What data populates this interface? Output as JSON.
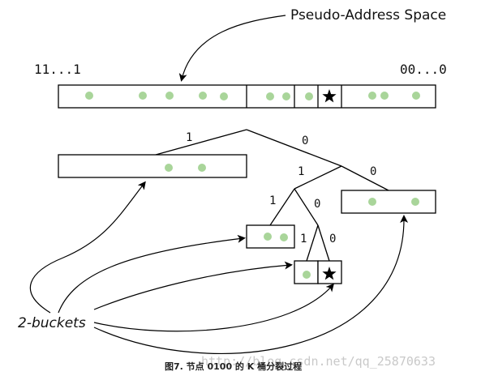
{
  "diagram": {
    "title": "Pseudo-Address Space",
    "left_label": "11...1",
    "right_label": "00...0",
    "buckets_label": "2-buckets",
    "caption": "图7. 节点 0100 的 K 桶分裂过程",
    "watermark": "http://blog.csdn.net/qq_25870633",
    "edge_labels": {
      "root_left": "1",
      "root_right": "0",
      "n1_left": "1",
      "n1_right": "0",
      "n2_left": "1",
      "n2_right": "0",
      "n3_left": "1",
      "n3_right": "0"
    },
    "colors": {
      "dot": "#a9d59a",
      "line": "#000000",
      "background": "#ffffff"
    },
    "icons": {
      "own_node": "star-icon"
    }
  }
}
